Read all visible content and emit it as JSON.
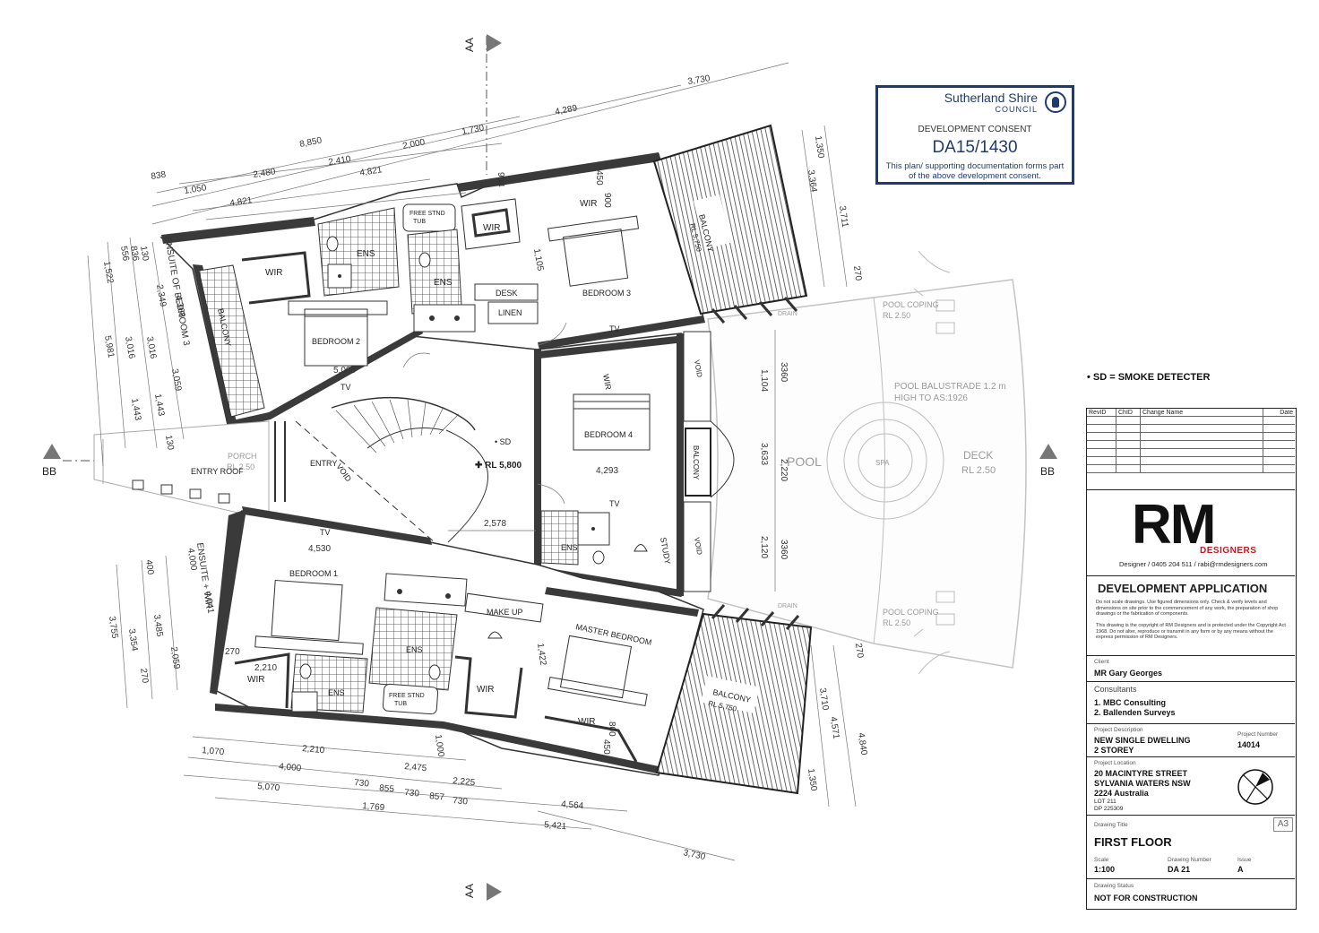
{
  "council_stamp": {
    "council_name": "Sutherland Shire",
    "council_sub": "COUNCIL",
    "consent_label": "DEVELOPMENT CONSENT",
    "consent_number": "DA15/1430",
    "consent_note": "This plan/ supporting documentation forms part of the above development consent."
  },
  "legend": "• SD = SMOKE DETECTER",
  "section_markers": {
    "aa": "AA",
    "bb": "BB"
  },
  "rooms": {
    "bedroom_1": "BEDROOM 1",
    "bedroom_2": "BEDROOM 2",
    "bedroom_3": "BEDROOM 3",
    "bedroom_4": "BEDROOM 4",
    "master_bedroom": "MASTER BEDROOM",
    "wir": "WIR",
    "ens": "ENS",
    "balcony": "BALCONY",
    "balcony_rl": "RL 5,750",
    "free_stnd_tub_1": "FREE STND",
    "free_stnd_tub_2": "TUB",
    "desk": "DESK",
    "linen": "LINEN",
    "make_up": "MAKE UP",
    "study": "STUDY",
    "tv": "TV",
    "void": "VOID",
    "entry": "ENTRY",
    "entry_roof": "ENTRY ROOF",
    "porch": "PORCH",
    "porch_rl": "RL 2.50",
    "sd": "• SD",
    "rl_floor": "✚ RL 5,800",
    "pool": "POOL",
    "spa": "SPA",
    "deck": "DECK",
    "deck_rl": "RL 2.50",
    "pool_coping": "POOL COPING",
    "pool_coping_rl": "RL 2.50",
    "pool_balustrade_1": "POOL BALUSTRADE 1.2 m",
    "pool_balustrade_2": "HIGH TO AS:1926",
    "drain": "DRAIN",
    "ensuite_bed3": "ENSUITE OF BEDROOM 3",
    "ensuite_wir": "ENSUITE + WIR"
  },
  "dimensions": {
    "top": [
      "3,730",
      "4,289",
      "1,730",
      "8,850",
      "2,000",
      "2,410",
      "838",
      "2,480",
      "4,821",
      "1,050",
      "4,821",
      "904",
      "450",
      "900",
      "1,105"
    ],
    "bottom": [
      "1,070",
      "2,210",
      "4,000",
      "2,475",
      "2,225",
      "5,070",
      "730",
      "855",
      "730",
      "857",
      "730",
      "1,769",
      "4,564",
      "5,421",
      "3,730",
      "1,000",
      "1,422",
      "800",
      "450"
    ],
    "left": [
      "556",
      "836",
      "130",
      "1,522",
      "2,349",
      "5,981",
      "3,016",
      "3,016",
      "3,059",
      "1,443",
      "1,443",
      "130",
      "4,368",
      "400",
      "4,000",
      "3,755",
      "3,354",
      "3,485",
      "270",
      "2,059",
      "4,041",
      "270",
      "2,210"
    ],
    "right": [
      "1,350",
      "3,364",
      "3,711",
      "270",
      "270",
      "3,710",
      "4,571",
      "4,840",
      "1,350"
    ],
    "middle": [
      "5,000",
      "4,293",
      "4,530",
      "2,578",
      "1,104",
      "3360",
      "3,633",
      "2,220",
      "2,120",
      "3360"
    ]
  },
  "title_block": {
    "rev_headers": [
      "RevID",
      "ChID",
      "Change Name",
      "Date"
    ],
    "logo": "RM",
    "logo_sub": "DESIGNERS",
    "contact": "Designer / 0405 204 511 / rabi@rmdesigners.com",
    "application_title": "DEVELOPMENT APPLICATION",
    "note_1": "Do not scale drawings. Use figured dimensions only. Check & verify levels and dimensions on site prior to the commencement of any work, the preparation of shop drawings or the fabrication of components.",
    "note_2": "This drawing is the copyright of RM Designers and is protected under the Copyright Act 1968. Do not alter, reproduce or transmit in any form or by any means without the express permission of RM Designers.",
    "client_label": "Client",
    "client": "MR Gary Georges",
    "consultants_label": "Consultants",
    "consultant_1": "1. MBC Consulting",
    "consultant_2": "2. Ballenden Surveys",
    "project_description_label": "Project Description",
    "project_description_1": "NEW SINGLE DWELLING",
    "project_description_2": "2 STOREY",
    "project_number_label": "Project Number",
    "project_number": "14014",
    "project_location_label": "Project Location",
    "location_1": "20 MACINTYRE STREET",
    "location_2": "SYLVANIA WATERS NSW",
    "location_3": "2224 Australia",
    "lot": "LOT 211",
    "dp": "DP 225309",
    "sheet_size": "A3",
    "drawing_title_label": "Drawing Title",
    "drawing_title": "FIRST FLOOR",
    "scale_label": "Scale",
    "scale": "1:100",
    "drawing_number_label": "Drawing Number",
    "drawing_number": "DA 21",
    "issue_label": "Issue",
    "issue": "A",
    "drawing_status_label": "Drawing Status",
    "drawing_status": "NOT FOR CONSTRUCTION"
  }
}
